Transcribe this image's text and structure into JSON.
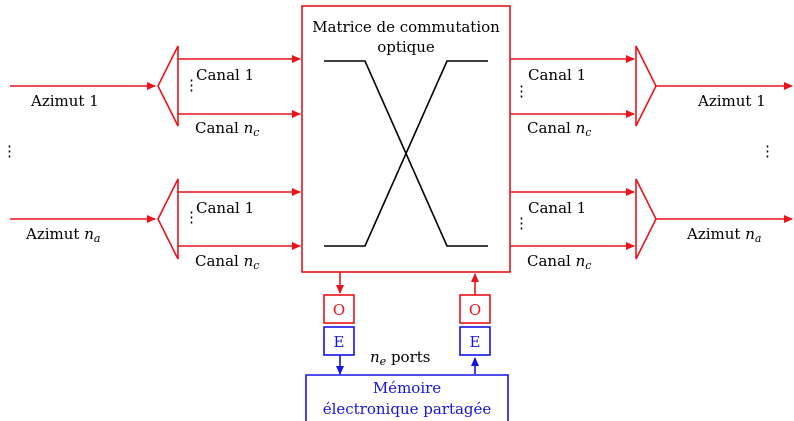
{
  "colors": {
    "optical": "#e8141a",
    "electronic": "#1414e0",
    "switch_lines": "#000000"
  },
  "matrix": {
    "title_line1": "Matrice de commutation",
    "title_line2": "optique"
  },
  "left": {
    "top": {
      "azimut_label": "Azimut 1",
      "canal_first": "Canal 1",
      "canal_last_prefix": "Canal ",
      "canal_last_var": "n",
      "canal_last_sub": "c"
    },
    "bottom": {
      "azimut_label_prefix": "Azimut ",
      "azimut_var": "n",
      "azimut_sub": "a",
      "canal_first": "Canal 1",
      "canal_last_prefix": "Canal ",
      "canal_last_var": "n",
      "canal_last_sub": "c"
    }
  },
  "right": {
    "top": {
      "azimut_label": "Azimut 1",
      "canal_first": "Canal 1",
      "canal_last_prefix": "Canal ",
      "canal_last_var": "n",
      "canal_last_sub": "c"
    },
    "bottom": {
      "azimut_label_prefix": "Azimut ",
      "azimut_var": "n",
      "azimut_sub": "a",
      "canal_first": "Canal 1",
      "canal_last_prefix": "Canal ",
      "canal_last_var": "n",
      "canal_last_sub": "c"
    }
  },
  "converters": {
    "o_label": "O",
    "e_label": "E"
  },
  "ports": {
    "var": "n",
    "sub": "e",
    "suffix": " ports"
  },
  "memory": {
    "line1": "Mémoire",
    "line2": "électronique partagée"
  }
}
